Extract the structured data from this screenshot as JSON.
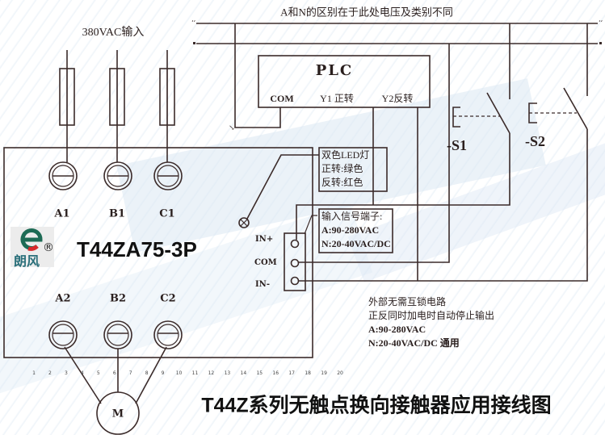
{
  "header": {
    "bus_note": "A和N的区别在于此处电压及类别不同"
  },
  "power_input": {
    "label": "380VAC输入"
  },
  "plc": {
    "title": "PLC",
    "terminals": [
      "COM",
      "Y1 正转",
      "Y2反转"
    ]
  },
  "switches": [
    {
      "label": "-S1"
    },
    {
      "label": "-S2"
    }
  ],
  "device": {
    "model": "T44ZA75-3P",
    "brand": {
      "name": "朗风",
      "registered": "®"
    },
    "input_terminals": [
      "A1",
      "B1",
      "C1"
    ],
    "output_terminals": [
      "A2",
      "B2",
      "C2"
    ],
    "signal_terminals": [
      "IN+",
      "COM",
      "IN-"
    ]
  },
  "led_note": {
    "lines": [
      "双色LED灯",
      "正转:绿色",
      "反转:红色"
    ]
  },
  "signal_note": {
    "lines": [
      "输入信号端子:",
      "A:90-280VAC",
      "N:20-40VAC/DC"
    ]
  },
  "motor": {
    "label": "M"
  },
  "ruler": [
    "1",
    "2",
    "3",
    "4",
    "5",
    "6",
    "7",
    "8",
    "9",
    "10",
    "11",
    "12",
    "13",
    "14",
    "15",
    "16",
    "17",
    "18",
    "19",
    "20"
  ],
  "notes": {
    "lines": [
      "外部无需互锁电路",
      "正反同时加电时自动停止输出",
      "A:90-280VAC",
      "N:20-40VAC/DC  通用"
    ]
  },
  "caption": "T44Z系列无触点换向接触器应用接线图",
  "colors": {
    "wire": "#3b2b2a",
    "background_band": "#dbe7f3",
    "logo_green": "#1d6b55",
    "logo_red": "#d8282a",
    "logo_text": "#2a6f7a"
  }
}
